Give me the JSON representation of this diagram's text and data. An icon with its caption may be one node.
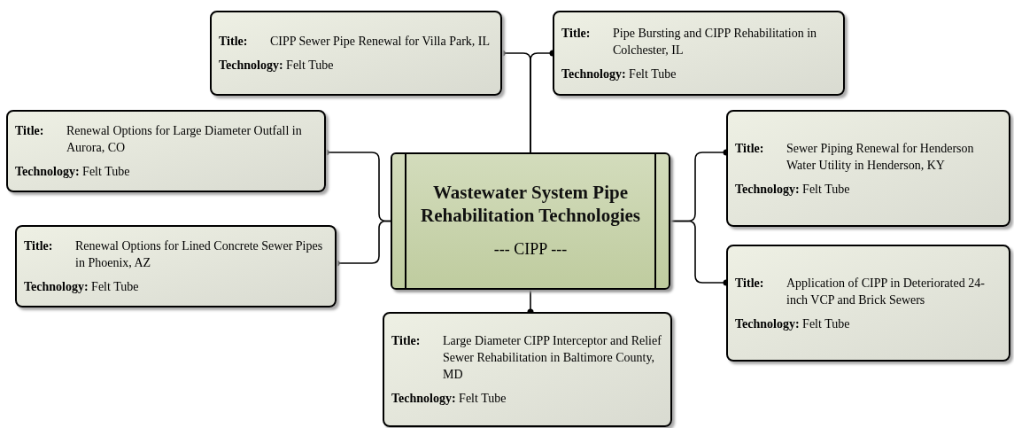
{
  "diagram": {
    "nodes": [
      {
        "text": [
          "Wastewater System Pipe Rehabilitation Technologies",
          "--- CIPP ---"
        ]
      },
      {
        "text": [
          "Title:",
          "CIPP Sewer Pipe Renewal for Villa Park, IL",
          "**Technology:** Felt Tube"
        ]
      },
      {
        "text": [
          "Title:",
          "Pipe Bursting and CIPP Rehabilitation in Colchester, IL",
          "**Technology:** Felt Tube"
        ]
      },
      {
        "text": [
          "Title:",
          "Renewal Options for Large Diameter Outfall in Aurora, CO",
          "**Technology:** Felt Tube"
        ]
      },
      {
        "text": [
          "Title:",
          "Renewal Options for Lined Concrete Sewer Pipes in Phoenix, AZ",
          "**Technology:** Felt Tube"
        ]
      },
      {
        "text": [
          "Title:",
          "Sewer Piping Renewal for Henderson Water Utility in Henderson, KY",
          "**Technology:** Felt Tube"
        ]
      },
      {
        "text": [
          "Title:",
          "Application of CIPP in Deteriorated 24-inch VCP and Brick Sewers",
          "**Technology:** Felt Tube"
        ]
      },
      {
        "text": [
          "Title:",
          "Large Diameter CIPP Interceptor and Relief Sewer Rehabilitation in Baltimore County, MD",
          "**Technology:** Felt Tube"
        ]
      }
    ],
    "edges": [
      {
        "from": 0,
        "to": 1,
        "arrow": "other"
      },
      {
        "from": 0,
        "to": 2,
        "arrow": "other"
      },
      {
        "from": 0,
        "to": 3,
        "arrow": "other"
      },
      {
        "from": 0,
        "to": 4,
        "arrow": "other"
      },
      {
        "from": 0,
        "to": 5,
        "arrow": "other"
      },
      {
        "from": 0,
        "to": 6,
        "arrow": "other"
      },
      {
        "from": 0,
        "to": 7,
        "arrow": "other"
      }
    ]
  }
}
